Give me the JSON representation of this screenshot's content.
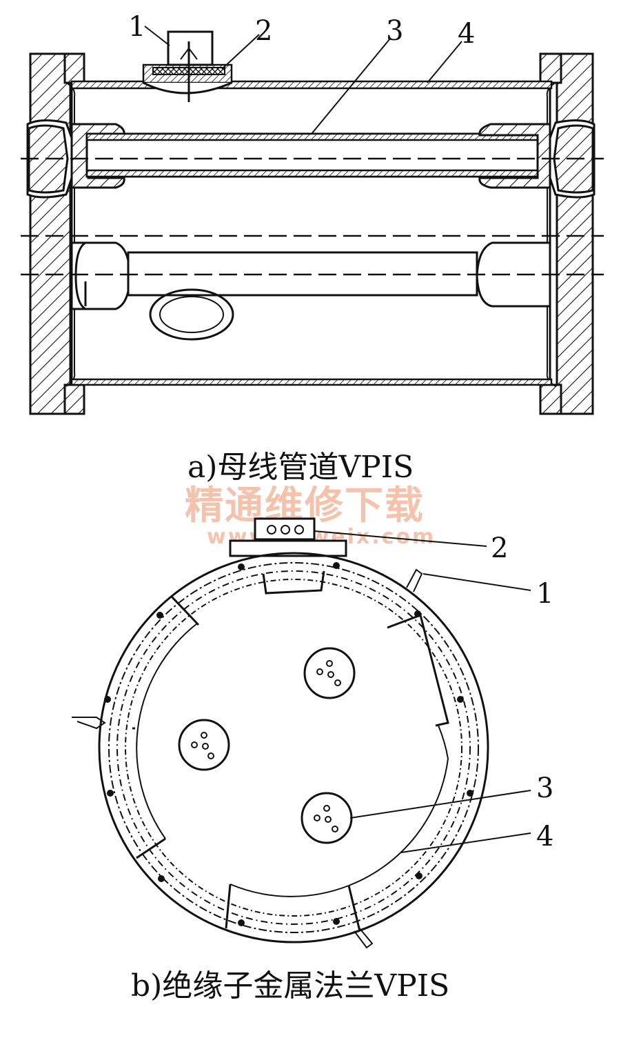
{
  "figure_a": {
    "caption": "a)母线管道VPIS",
    "callouts": [
      "1",
      "2",
      "3",
      "4"
    ]
  },
  "figure_b": {
    "caption": "b)绝缘子金属法兰VPIS",
    "callouts": [
      "2",
      "1",
      "3",
      "4"
    ]
  },
  "watermark": {
    "line1": "精通维修下载",
    "line2": "www.gzweix.com",
    "color": "#f3b9a0"
  }
}
